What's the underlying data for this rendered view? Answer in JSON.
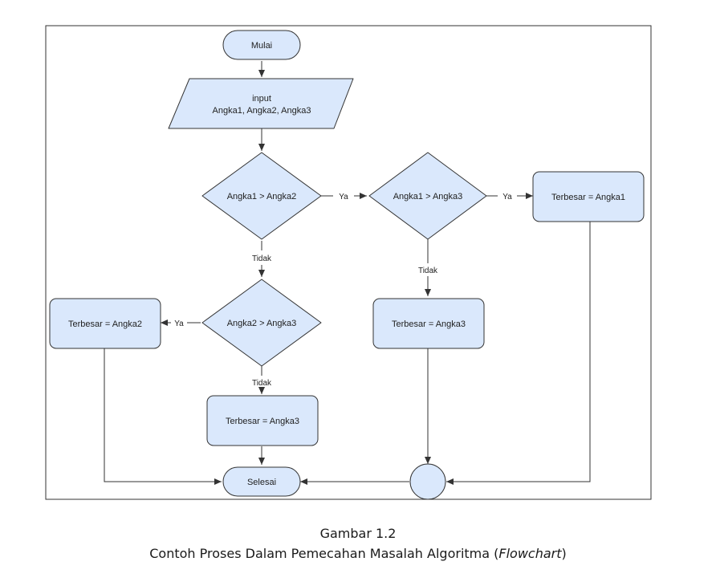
{
  "nodes": {
    "start": "Mulai",
    "input_line1": "input",
    "input_line2": "Angka1, Angka2, Angka3",
    "decision1": "Angka1 > Angka2",
    "decision2": "Angka1 > Angka3",
    "result_a1": "Terbesar = Angka1",
    "decision3": "Angka2 > Angka3",
    "result_a2": "Terbesar = Angka2",
    "result_a3_right": "Terbesar = Angka3",
    "result_a3_bottom": "Terbesar = Angka3",
    "end": "Selesai"
  },
  "edge_labels": {
    "yes": "Ya",
    "no": "Tidak"
  },
  "caption": {
    "line1": "Gambar 1.2",
    "line2_prefix": "Contoh Proses Dalam Pemecahan Masalah Algoritma (",
    "line2_italic": "Flowchart",
    "line2_suffix": ")"
  },
  "colors": {
    "node_fill": "#dae8fc",
    "node_stroke": "#333333",
    "edge": "#333333"
  }
}
